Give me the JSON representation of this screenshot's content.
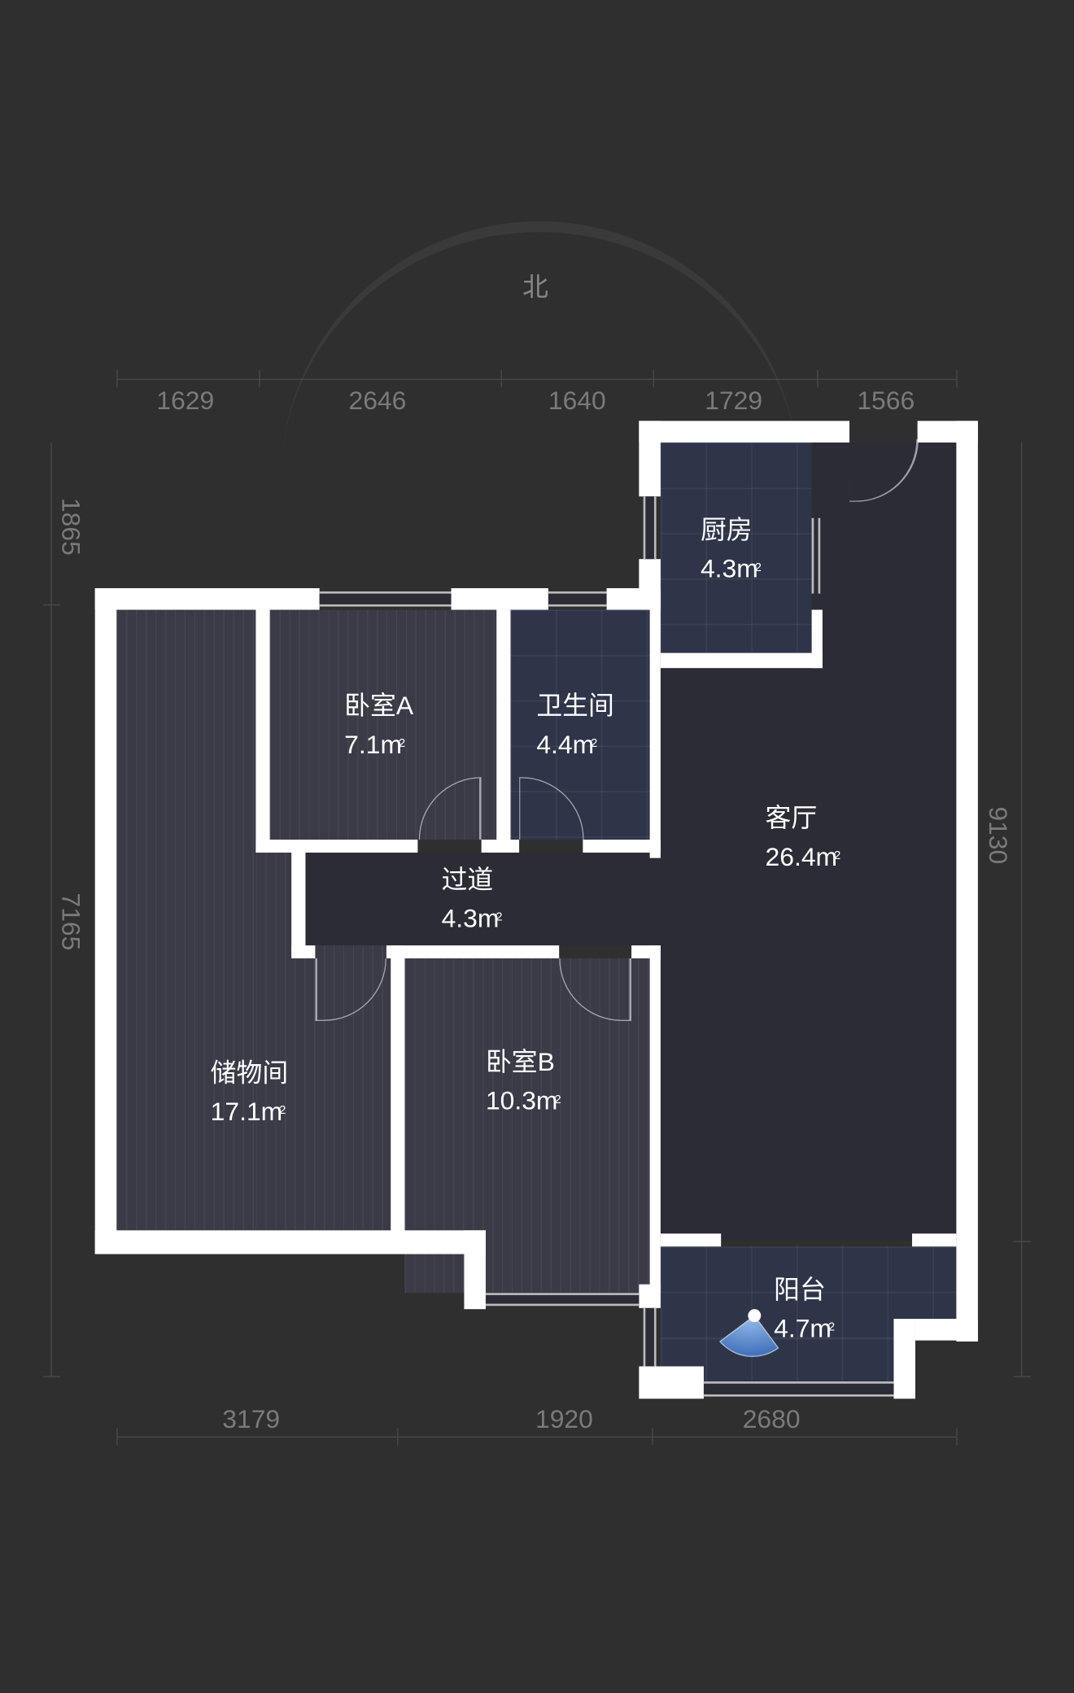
{
  "compass": {
    "label": "北"
  },
  "dimensions": {
    "top": [
      "1629",
      "2646",
      "1640",
      "1729",
      "1566"
    ],
    "bottom": [
      "3179",
      "1920",
      "2680"
    ],
    "left": [
      "1865",
      "7165"
    ],
    "right": [
      "9130"
    ]
  },
  "rooms": [
    {
      "name": "厨房",
      "area": "4.3m",
      "unit_sup": "2"
    },
    {
      "name": "卧室A",
      "area": "7.1m",
      "unit_sup": "2"
    },
    {
      "name": "卫生间",
      "area": "4.4m",
      "unit_sup": "2"
    },
    {
      "name": "客厅",
      "area": "26.4m",
      "unit_sup": "2"
    },
    {
      "name": "过道",
      "area": "4.3m",
      "unit_sup": "2"
    },
    {
      "name": "储物间",
      "area": "17.1m",
      "unit_sup": "2"
    },
    {
      "name": "卧室B",
      "area": "10.3m",
      "unit_sup": "2"
    },
    {
      "name": "阳台",
      "area": "4.7m",
      "unit_sup": "2"
    }
  ],
  "colors": {
    "background": "#2f2f2f",
    "wall": "#ffffff",
    "wood_floor": "#3a3b47",
    "tile_floor": "#2e3549",
    "plain_floor": "#2b2c36",
    "viewpoint": "#4a7fd0"
  }
}
